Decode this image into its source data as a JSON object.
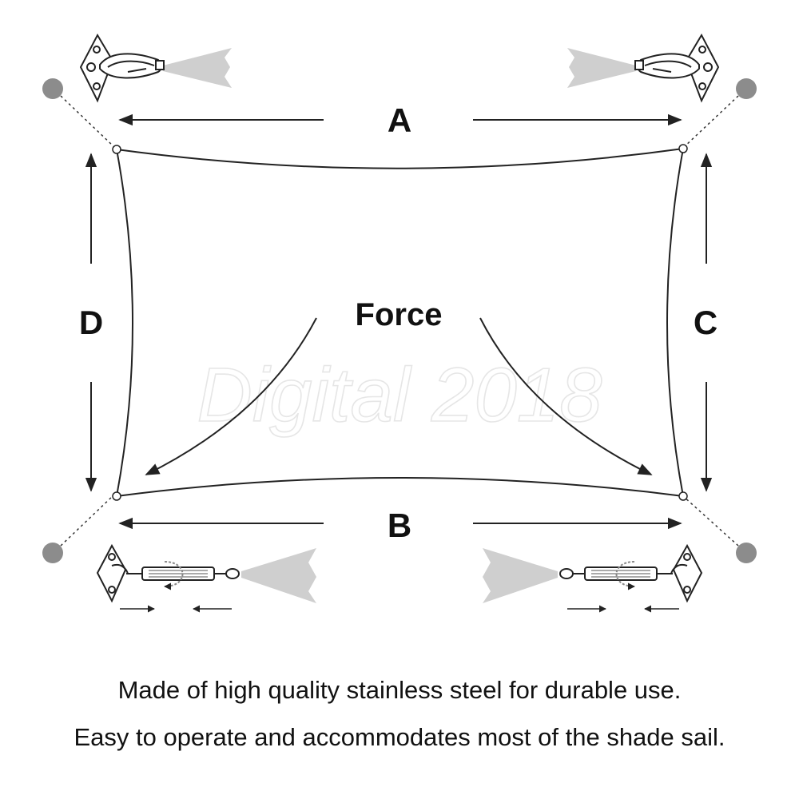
{
  "labels": {
    "top": "A",
    "bottom": "B",
    "right": "C",
    "left": "D",
    "force": "Force"
  },
  "watermark": "Digital 2018",
  "captions": [
    "Made of high quality stainless steel for durable use.",
    "Easy to operate and accommodates most of the shade sail."
  ],
  "icons": [
    "anchor-post-icon",
    "wall-plate-icon",
    "carabiner-hook-icon",
    "turnbuckle-icon",
    "tension-beam-icon",
    "rotation-arrow-icon"
  ],
  "colors": {
    "line": "#222222",
    "post": "#8c8c8c",
    "beam": "#cfcfcf",
    "text": "#111111"
  }
}
